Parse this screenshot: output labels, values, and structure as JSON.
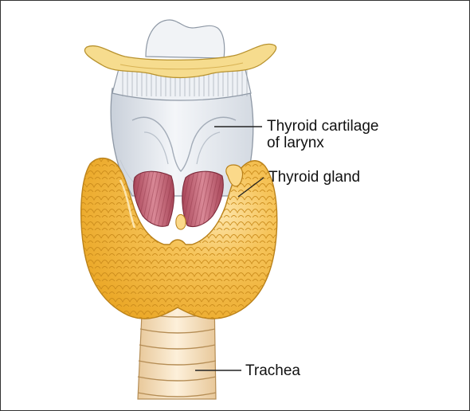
{
  "labels": {
    "thyroid_cartilage_line1": "Thyroid cartilage",
    "thyroid_cartilage_line2": "of larynx",
    "thyroid_gland": "Thyroid gland",
    "trachea": "Trachea"
  },
  "colors": {
    "gland": "#f2b535",
    "gland_highlight": "#fde1a0",
    "cartilage": "#e9edf2",
    "cartilage_shadow": "#c5ccd6",
    "hyoid": "#f6dc8e",
    "muscle": "#c15d6f",
    "trachea": "#f7e2bf",
    "leader_line": "#222222"
  }
}
